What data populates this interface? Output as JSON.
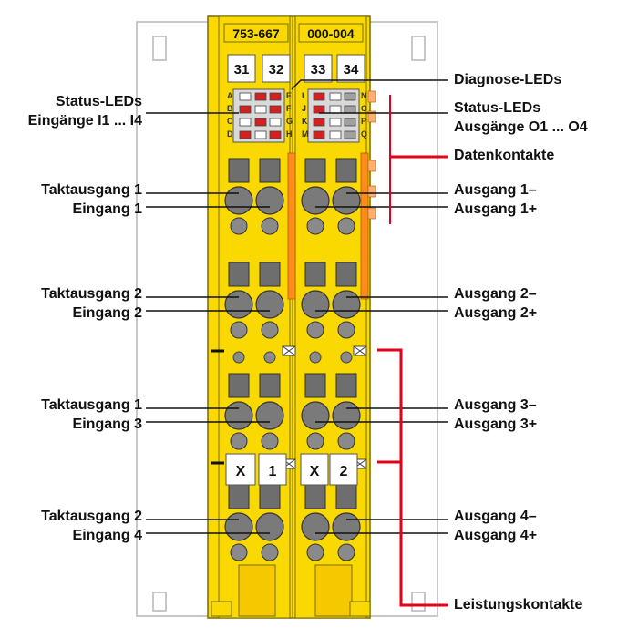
{
  "product": {
    "article_number": "753-667",
    "article_suffix": "000-004"
  },
  "terminals": {
    "top": [
      "31",
      "32",
      "33",
      "34"
    ]
  },
  "led_letters": {
    "block1_left": [
      "A",
      "B",
      "C",
      "D"
    ],
    "block1_right": [
      "E",
      "F",
      "G",
      "H"
    ],
    "block2_left": [
      "I",
      "J",
      "K",
      "M"
    ],
    "block2_right": [
      "N",
      "O",
      "P",
      "Q"
    ]
  },
  "markers": {
    "left": {
      "x": "X",
      "num": "1"
    },
    "right": {
      "x": "X",
      "num": "2"
    }
  },
  "labels_left": {
    "status_leds": "Status-LEDs",
    "status_inputs": "Eingänge I1 ... I4",
    "clock1_a": "Taktausgang 1",
    "input1": "Eingang 1",
    "clock2_a": "Taktausgang 2",
    "input2": "Eingang 2",
    "clock1_b": "Taktausgang 1",
    "input3": "Eingang 3",
    "clock2_b": "Taktausgang 2",
    "input4": "Eingang 4"
  },
  "labels_right": {
    "diag_leds": "Diagnose-LEDs",
    "status_leds": "Status-LEDs",
    "status_outputs": "Ausgänge O1 ... O4",
    "data_contacts": "Datenkontakte",
    "out1_neg": "Ausgang 1–",
    "out1_pos": "Ausgang 1+",
    "out2_neg": "Ausgang 2–",
    "out2_pos": "Ausgang 2+",
    "out3_neg": "Ausgang 3–",
    "out3_pos": "Ausgang 3+",
    "out4_neg": "Ausgang 4–",
    "out4_pos": "Ausgang 4+",
    "power_contacts": "Leistungskontakte"
  },
  "colors": {
    "module_yellow": "#F9D900",
    "module_dark": "#7a6a00",
    "terminal_gray": "#707070",
    "led_panel": "#d9d9d9",
    "led_red": "#d42020",
    "data_contact_orange": "#ff8c1a",
    "bracket_red": "#e2001a",
    "rail_gray": "#c8c8c8"
  }
}
